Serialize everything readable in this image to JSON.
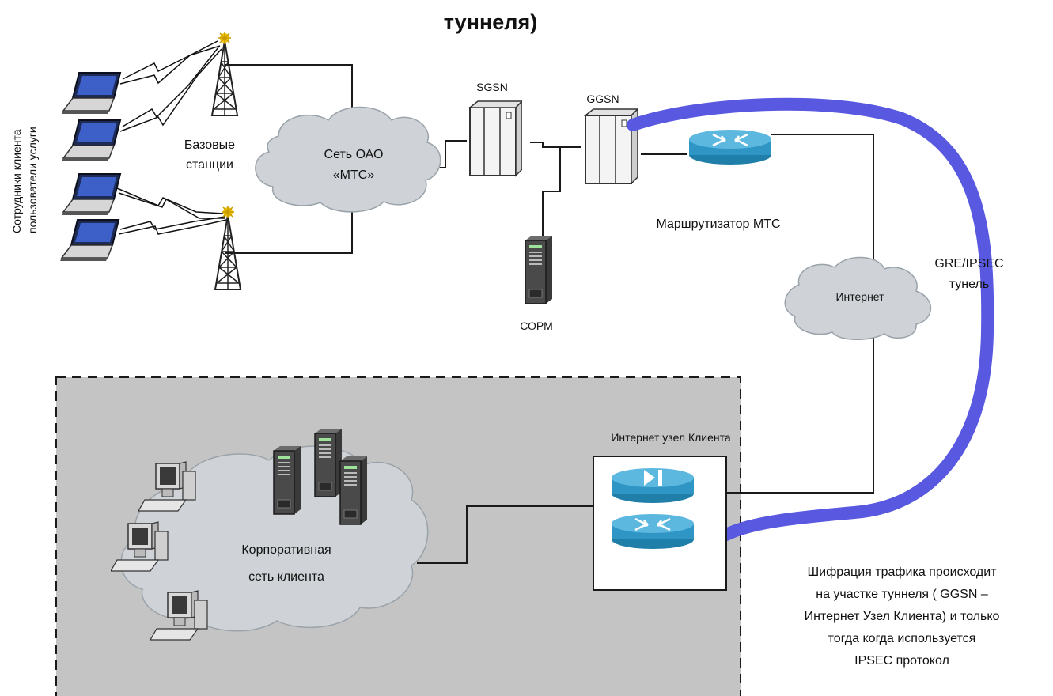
{
  "title": "туннеля)",
  "labels": {
    "clients_1": "Сотрудники клиента",
    "clients_2": "пользователи услуги",
    "base_1": "Базовые",
    "base_2": "станции",
    "mts_net_1": "Сеть ОАО",
    "mts_net_2": "«МТС»",
    "sgsn": "SGSN",
    "ggsn": "GGSN",
    "sorm": "СОРМ",
    "mts_router": "Маршрутизатор МТС",
    "internet": "Интернет",
    "tunnel_1": "GRE/IPSEC",
    "tunnel_2": "тунель",
    "client_node": "Интернет узел Клиента",
    "corp_1": "Корпоративная",
    "corp_2": "сеть клиента"
  },
  "note": {
    "line1": "Шифрация трафика происходит",
    "line2": "на участке туннеля ( GGSN –",
    "line3": "Интернет Узел Клиента) и только",
    "line4": "тогда когда используется",
    "line5": "IPSEC протокол"
  },
  "colors": {
    "tunnel": "#5858e0",
    "router": "#2e95c4",
    "corporate_zone": "#c4c4c4",
    "cloud": "#cfd3d7"
  },
  "icons": [
    "laptop-icon",
    "base-station-tower-icon",
    "sgsn-rack-icon",
    "ggsn-rack-icon",
    "sorm-server-icon",
    "mts-router-icon",
    "firewall-router-icon",
    "client-router-icon",
    "server-icon",
    "workstation-icon"
  ]
}
